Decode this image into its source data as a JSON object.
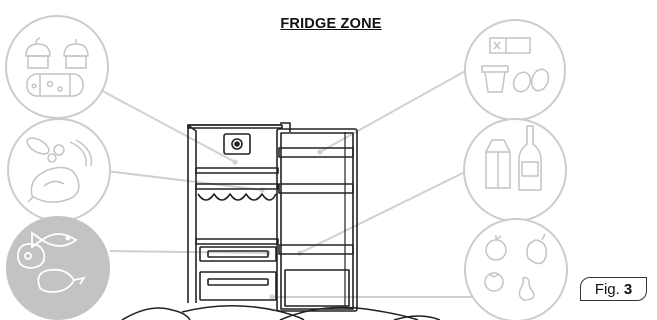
{
  "title": "FRIDGE ZONE",
  "figure": {
    "prefix": "Fig.",
    "number": "3"
  },
  "zones": [
    {
      "side": "left",
      "content": "cakes-and-cheese",
      "highlighted": false
    },
    {
      "side": "left",
      "content": "cured-meats",
      "highlighted": false
    },
    {
      "side": "left",
      "content": "fish-and-poultry",
      "highlighted": true
    },
    {
      "side": "right",
      "content": "butter-yoghurt-eggs",
      "highlighted": false
    },
    {
      "side": "right",
      "content": "bottles-and-cartons",
      "highlighted": false
    },
    {
      "side": "right",
      "content": "fruit-and-vegetables",
      "highlighted": false
    }
  ],
  "colors": {
    "circle_stroke": "#cccccc",
    "highlight_fill": "#c3c3c3",
    "line": "#d0d0d0",
    "fridge_stroke": "#222222"
  }
}
